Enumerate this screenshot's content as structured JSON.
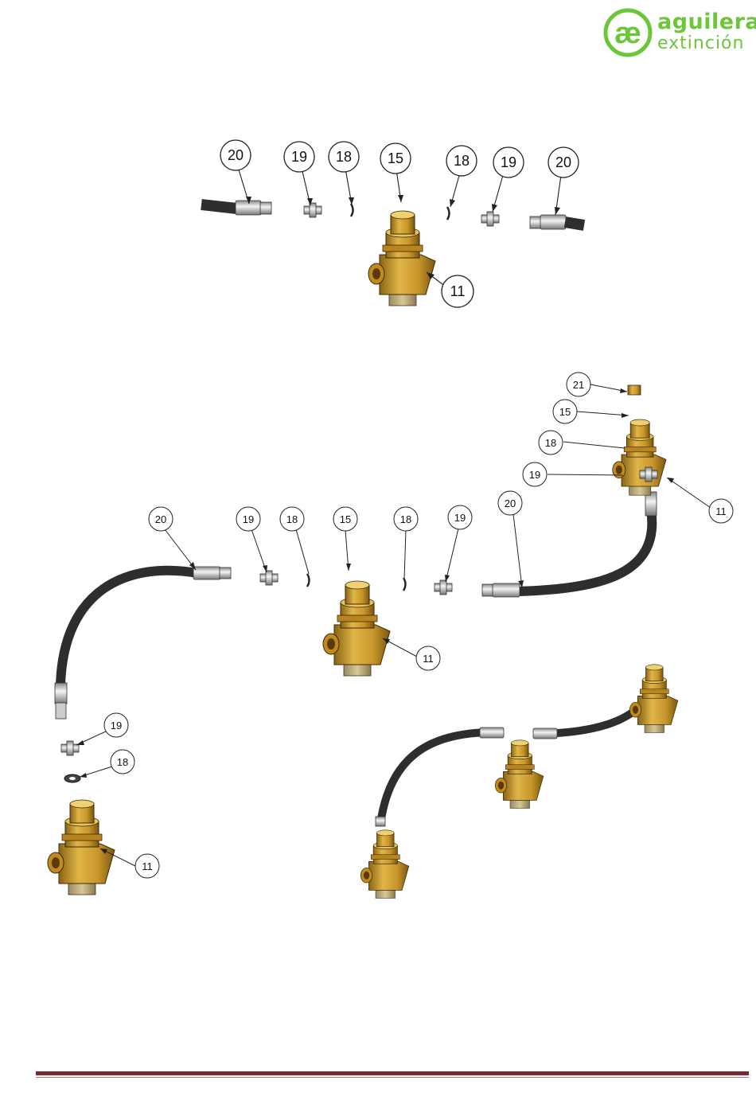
{
  "logo": {
    "mark": "æ",
    "line1": "aguilera",
    "line2": "extinción",
    "color": "#6cc63a"
  },
  "colors": {
    "brass": "#c8962a",
    "brass_light": "#e0b548",
    "brass_dark": "#8a6414",
    "hose": "#2e2e2e",
    "footer": "#7a2a30"
  },
  "callouts": {
    "top": [
      "20",
      "19",
      "18",
      "15",
      "18",
      "19",
      "20",
      "11"
    ],
    "mid_left": [
      "20",
      "19",
      "18",
      "15",
      "18",
      "19",
      "11"
    ],
    "right": [
      "21",
      "15",
      "18",
      "19",
      "20",
      "11"
    ],
    "bottom_left": [
      "19",
      "18",
      "11"
    ]
  }
}
